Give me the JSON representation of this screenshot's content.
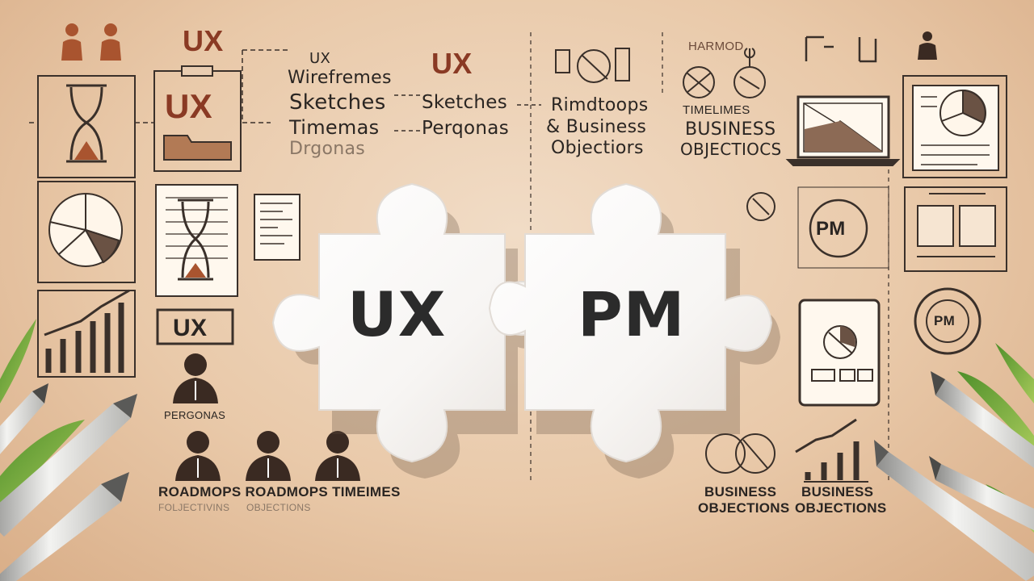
{
  "puzzle": {
    "left_label": "UX",
    "right_label": "PM"
  },
  "sketch": {
    "ux_top": "UX",
    "ux_box": "UX",
    "ux_small_box": "UX",
    "ux_right_top": "UX",
    "col1": {
      "l1": "UX",
      "l2": "Wirefremes",
      "l3": "Sketches",
      "l4": "Timemas",
      "l5": "Drgonas"
    },
    "col2": {
      "l1": "Sketches",
      "l2": "Perqonas"
    },
    "col3": {
      "l1": "Rimdtoops",
      "l2": "& Business",
      "l3": "Objectiors"
    },
    "col4": {
      "l1": "HARMOD",
      "l2": "TIMELIMES",
      "l3": "BUSINESS",
      "l4": "OBJECTIOCS"
    },
    "personas_caption": "PERGONAS",
    "bottom_left": {
      "l1": "ROADMOPS ROADMOPS TIMEIMES",
      "l2": "FOLJECTIVINS",
      "l3": "OBJECTIONS"
    },
    "bottom_right": {
      "a1": "BUSINESS",
      "a2": "OBJECTIONS",
      "b1": "BUSINESS",
      "b2": "OBJECTIONS"
    },
    "pm_circle": "PM",
    "pm_circle2": "PM"
  }
}
